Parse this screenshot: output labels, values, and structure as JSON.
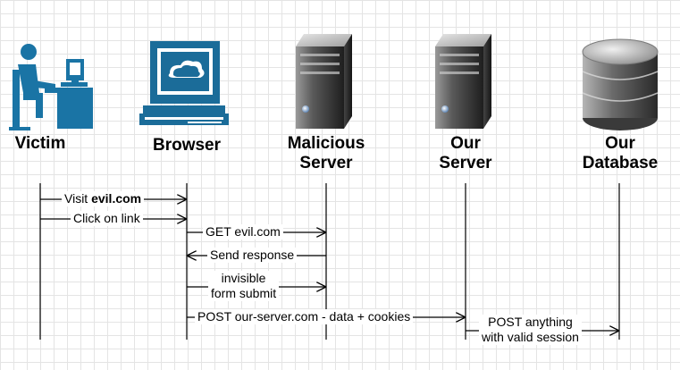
{
  "actors": [
    {
      "id": "victim",
      "label": "Victim"
    },
    {
      "id": "browser",
      "label": "Browser"
    },
    {
      "id": "malicious",
      "label": "Malicious\nServer"
    },
    {
      "id": "our-server",
      "label": "Our\nServer"
    },
    {
      "id": "database",
      "label": "Our\nDatabase"
    }
  ],
  "messages": [
    {
      "id": "visit",
      "prefix": "Visit ",
      "strong": "evil.com"
    },
    {
      "id": "click",
      "text": "Click on link"
    },
    {
      "id": "get",
      "text": "GET evil.com"
    },
    {
      "id": "send",
      "text": "Send response"
    },
    {
      "id": "invisible",
      "text": "invisible\nform submit"
    },
    {
      "id": "post",
      "text": "POST our-server.com - data + cookies"
    },
    {
      "id": "post-any",
      "text": "POST anything\nwith valid session"
    }
  ],
  "colors": {
    "victim_icon": "#1a74a5",
    "browser_icon": "#1b6c99",
    "server_dark": "#3a3a3a",
    "line": "#000000"
  },
  "icons": [
    "person-at-computer-icon",
    "monitor-icon",
    "server-tower-icon",
    "server-tower-icon",
    "database-icon"
  ]
}
